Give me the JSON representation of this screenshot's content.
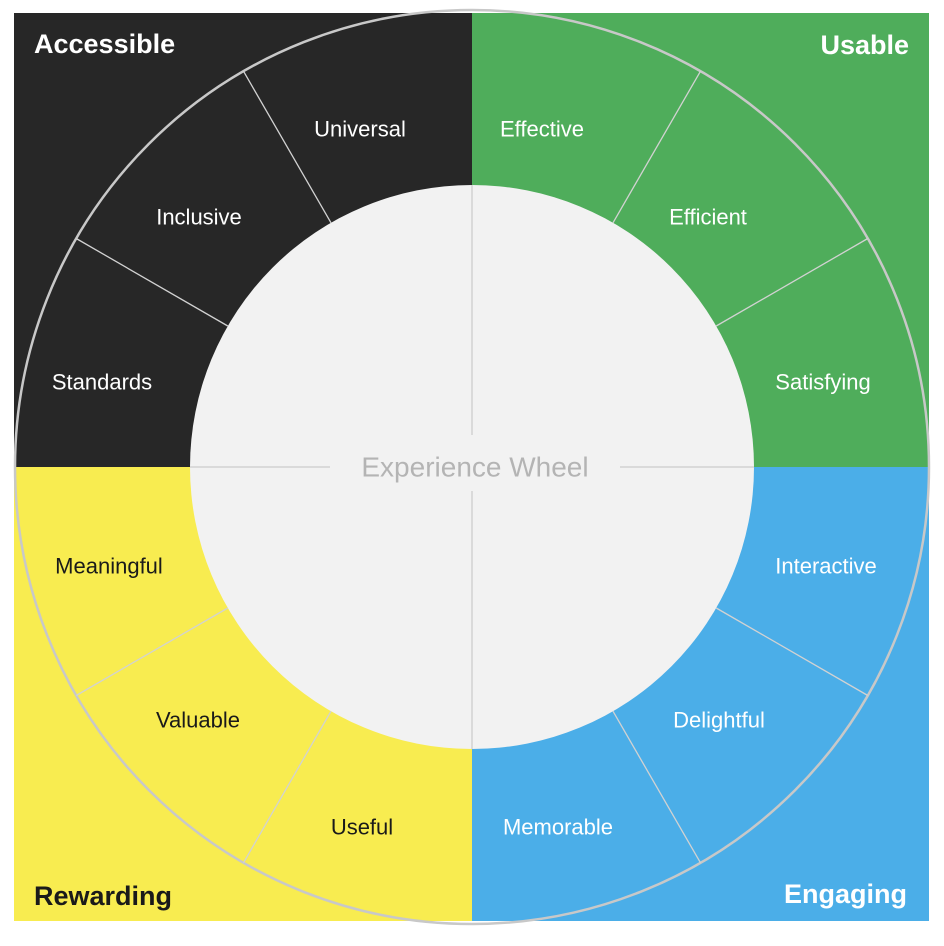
{
  "wheel": {
    "center_title": "Experience Wheel",
    "colors": {
      "center_fill": "#f2f2f2",
      "center_text": "#b4b4b4",
      "ring_stroke": "#c8c8c8",
      "divider": "#d2d2d2"
    },
    "quadrants": [
      {
        "title": "Accessible",
        "fill": "#272727",
        "text_color": "#ffffff",
        "segments": [
          "Standards",
          "Inclusive",
          "Universal"
        ]
      },
      {
        "title": "Usable",
        "fill": "#4fad5b",
        "text_color": "#ffffff",
        "segments": [
          "Effective",
          "Efficient",
          "Satisfying"
        ]
      },
      {
        "title": "Engaging",
        "fill": "#4baee8",
        "text_color": "#ffffff",
        "segments": [
          "Interactive",
          "Delightful",
          "Memorable"
        ]
      },
      {
        "title": "Rewarding",
        "fill": "#f8ec50",
        "text_color": "#1a1a1a",
        "segments": [
          "Meaningful",
          "Valuable",
          "Useful"
        ]
      }
    ]
  }
}
